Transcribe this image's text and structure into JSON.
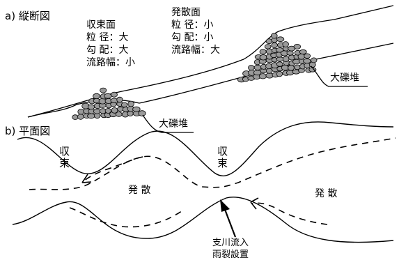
{
  "panel_a": {
    "label": "a)",
    "title": "縦断図",
    "convergence": {
      "heading": "収束面",
      "rows": [
        "粒 径：大",
        "勾 配：大",
        "流路幅：小"
      ]
    },
    "divergence": {
      "heading": "発散面",
      "rows": [
        "粒 径：小",
        "勾 配：小",
        "流路幅：大"
      ]
    },
    "gravel_label_left": "大礫堆",
    "gravel_label_right": "大礫堆"
  },
  "panel_b": {
    "label": "b)",
    "title": "平面図",
    "convergence_left": [
      "収",
      "束"
    ],
    "convergence_right": [
      "収",
      "束"
    ],
    "divergence_mid": "発 散",
    "divergence_right": "発 散",
    "tributary_line1": "支川流入",
    "tributary_line2": "雨裂設置"
  },
  "colors": {
    "ink": "#000000",
    "gravel_fill": "#9a9a9a",
    "background": "#ffffff"
  }
}
